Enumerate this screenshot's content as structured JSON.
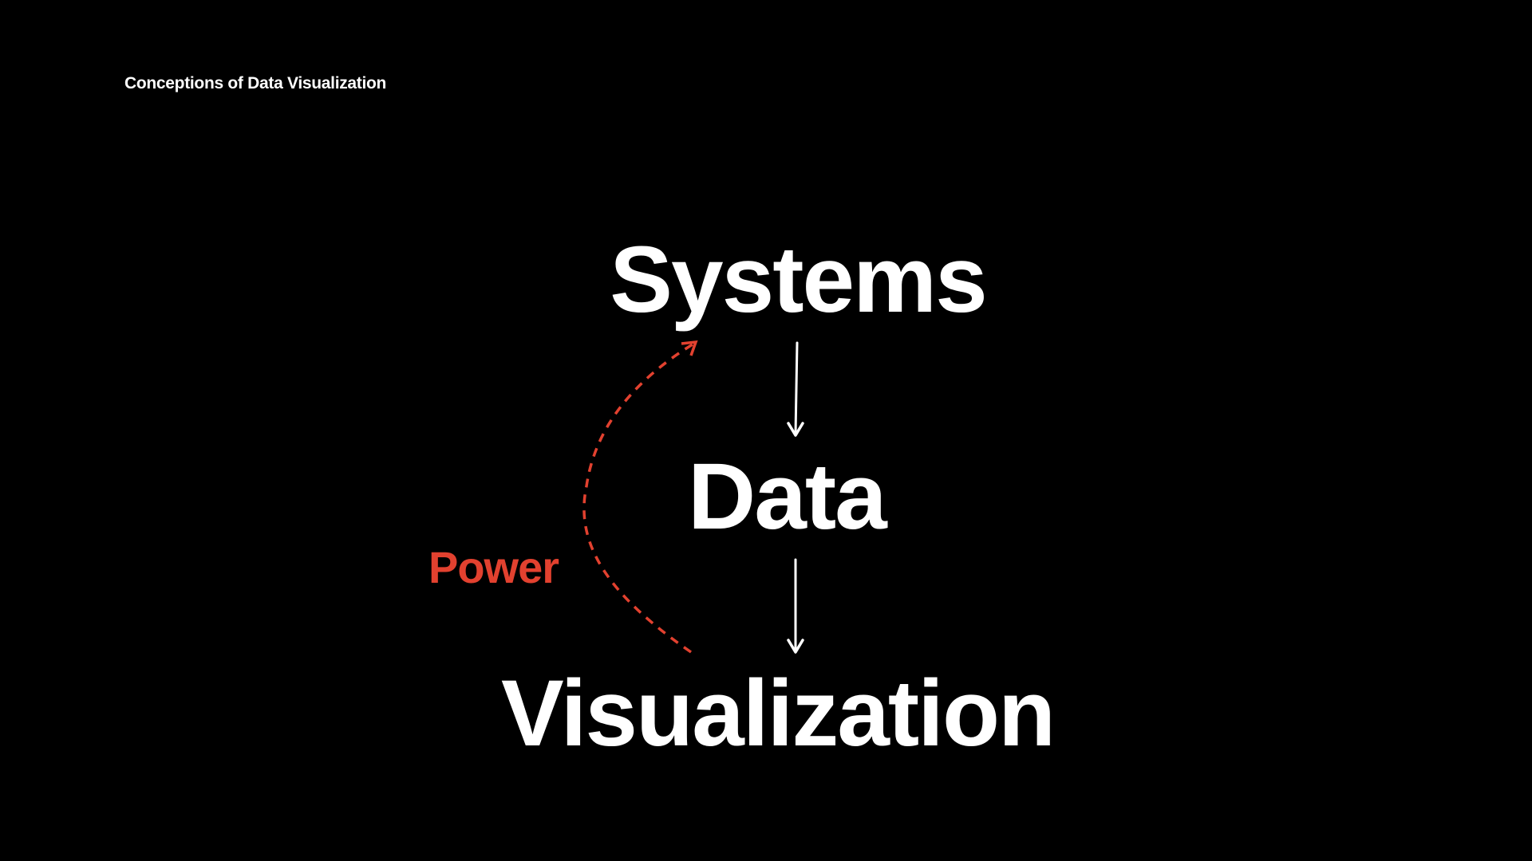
{
  "header": {
    "title": "Conceptions of Data Visualization"
  },
  "diagram": {
    "nodes": [
      {
        "id": "systems",
        "label": "Systems"
      },
      {
        "id": "data",
        "label": "Data"
      },
      {
        "id": "visualization",
        "label": "Visualization"
      }
    ],
    "edges": [
      {
        "from": "systems",
        "to": "data",
        "style": "solid",
        "color": "#ffffff"
      },
      {
        "from": "data",
        "to": "visualization",
        "style": "solid",
        "color": "#ffffff"
      },
      {
        "from": "visualization",
        "to": "systems",
        "style": "dashed",
        "color": "#e2412f",
        "label": "Power"
      }
    ],
    "feedback_label": "Power"
  },
  "colors": {
    "background": "#000000",
    "text": "#ffffff",
    "accent": "#e2412f"
  }
}
